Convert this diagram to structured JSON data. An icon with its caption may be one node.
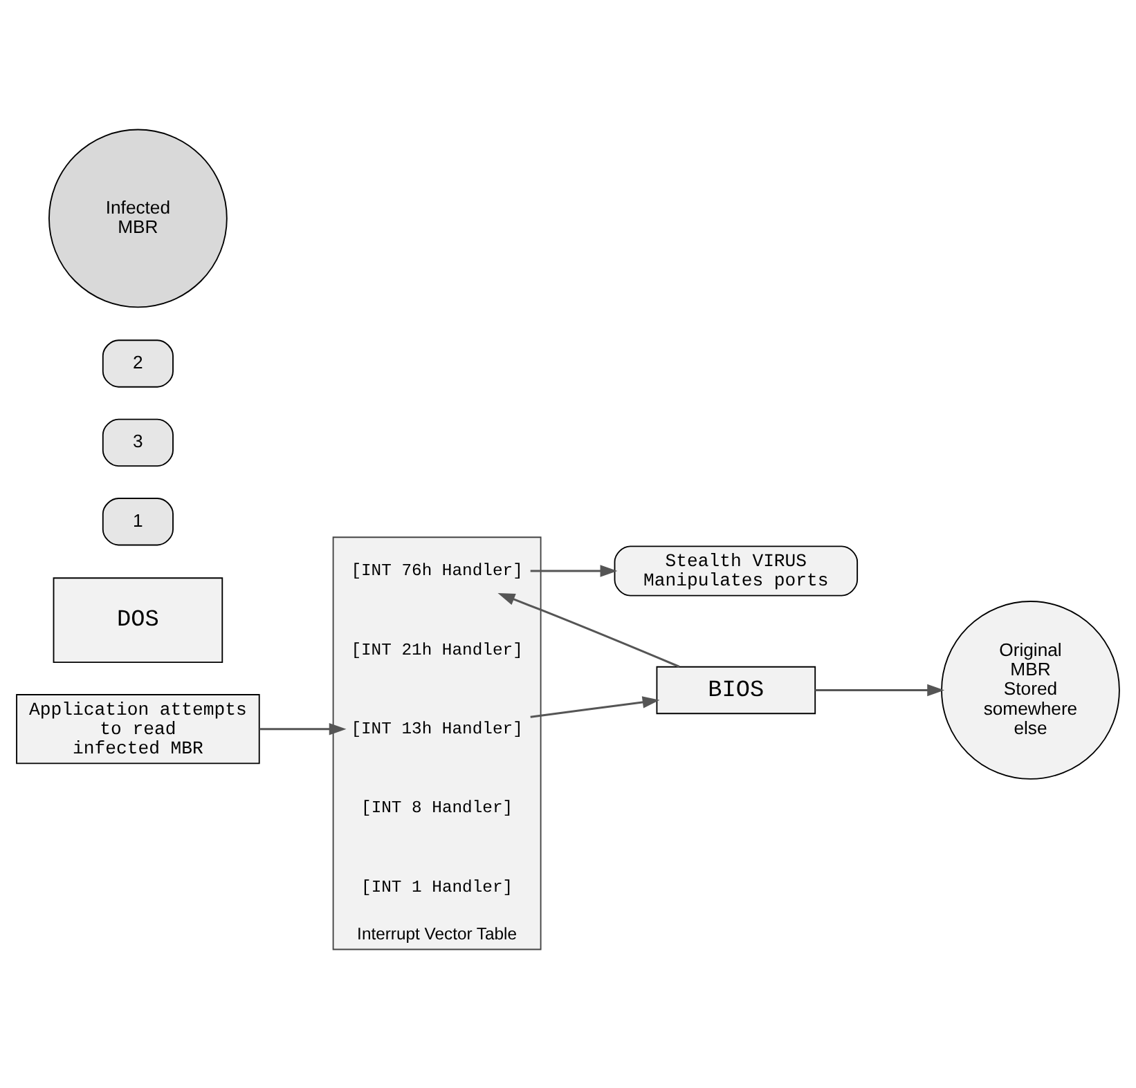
{
  "diagram": {
    "nodes": [
      {
        "text": [
          "Interrupt Vector Table"
        ]
      },
      {
        "text": [
          "[INT 1 Handler]"
        ],
        "in": 0
      },
      {
        "text": [
          "[INT 8 Handler]"
        ],
        "in": 0
      },
      {
        "text": [
          "[INT 13h Handler]"
        ],
        "in": 0
      },
      {
        "text": [
          "[INT 21h Handler]"
        ],
        "in": 0
      },
      {
        "text": [
          "[INT 76h Handler]"
        ],
        "in": 0
      },
      {
        "text": [
          "DOS"
        ]
      },
      {
        "text": [
          "Application attempts to read infected MBR"
        ]
      },
      {
        "text": [
          "1"
        ]
      },
      {
        "text": [
          "BIOS"
        ]
      },
      {
        "text": [
          "3"
        ]
      },
      {
        "text": [
          "2"
        ]
      },
      {
        "text": [
          "Stealth VIRUS Manipulates ports"
        ]
      },
      {
        "text": [
          "Original MBR Stored somewhere else"
        ]
      },
      {
        "text": [
          "Infected MBR"
        ]
      }
    ],
    "edges": [
      {
        "from": 7,
        "to": 3,
        "arrow": "to"
      },
      {
        "from": 3,
        "to": 9,
        "arrow": "to"
      },
      {
        "from": 9,
        "to": 5,
        "arrow": "to"
      },
      {
        "from": 5,
        "to": 12,
        "arrow": "to"
      },
      {
        "from": 9,
        "to": 13,
        "arrow": "to"
      }
    ]
  }
}
